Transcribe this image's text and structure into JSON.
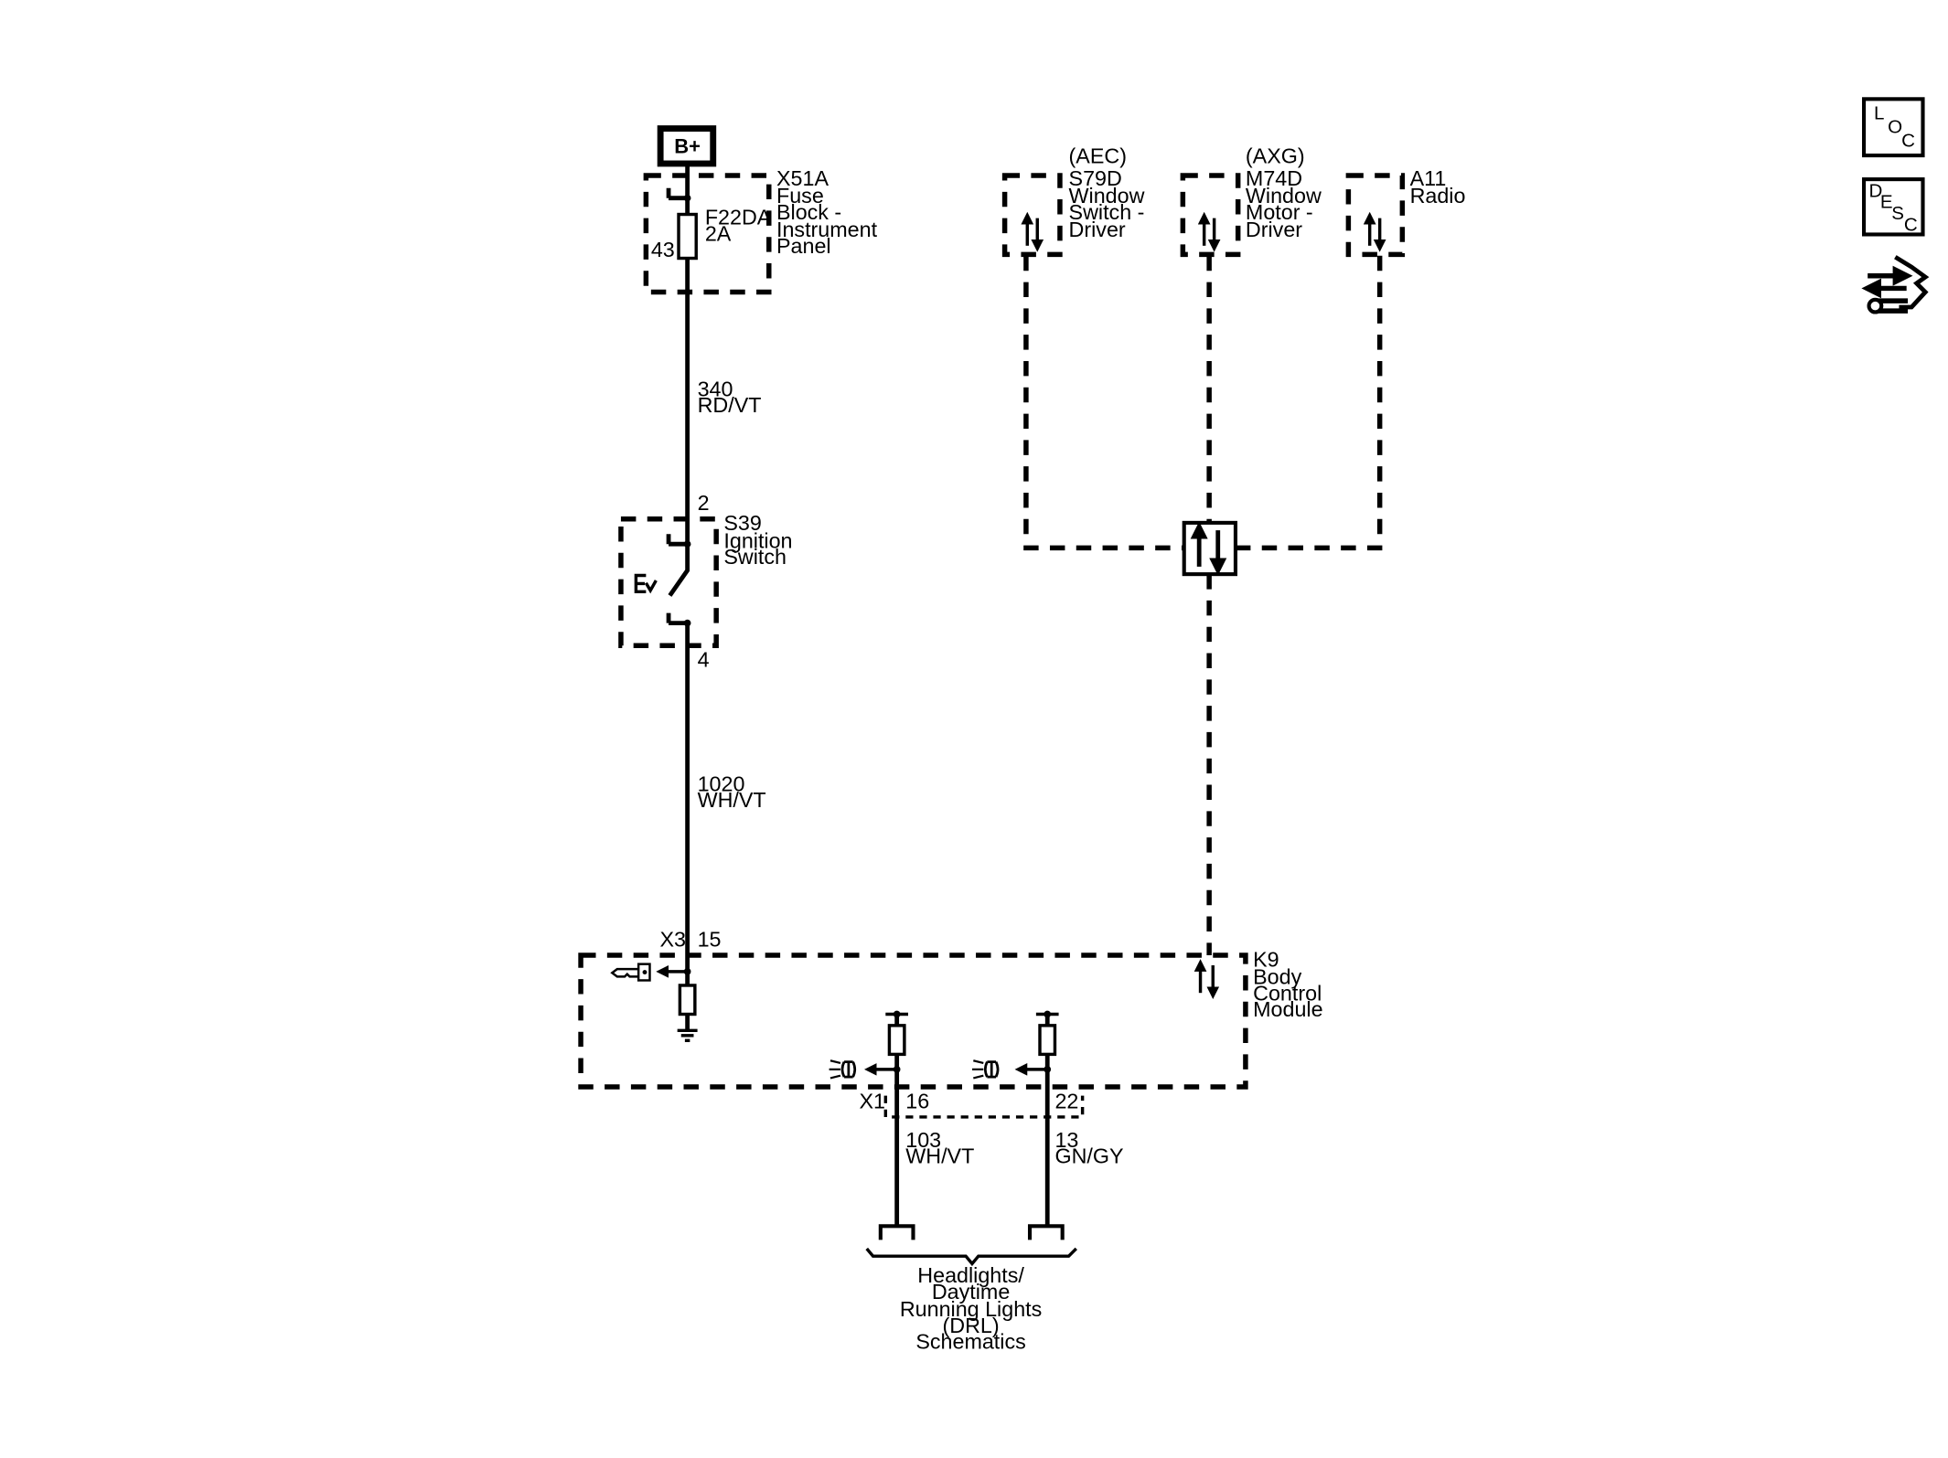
{
  "power": {
    "label": "B+"
  },
  "fuse_block": {
    "ref": "X51A",
    "name_lines": [
      "Fuse",
      "Block -",
      "Instrument",
      "Panel"
    ],
    "fuse_ref": "F22DA",
    "fuse_rating": "2A",
    "pin": "43"
  },
  "wire_340": {
    "circuit": "340",
    "color": "RD/VT"
  },
  "ignition_switch": {
    "pin_top": "2",
    "ref": "S39",
    "name_lines": [
      "Ignition",
      "Switch"
    ],
    "pin_bottom": "4"
  },
  "wire_1020": {
    "circuit": "1020",
    "color": "WH/VT"
  },
  "bcm": {
    "connector": "X3",
    "pin": "15",
    "ref": "K9",
    "name_lines": [
      "Body",
      "Control",
      "Module"
    ],
    "lower_connector": "X1",
    "pin_left": "16",
    "pin_right": "22"
  },
  "data_modules": [
    {
      "option": "(AEC)",
      "ref": "S79D",
      "name_lines": [
        "Window",
        "Switch -",
        "Driver"
      ]
    },
    {
      "option": "(AXG)",
      "ref": "M74D",
      "name_lines": [
        "Window",
        "Motor -",
        "Driver"
      ]
    },
    {
      "option": "",
      "ref": "A11",
      "name_lines": [
        "Radio"
      ]
    }
  ],
  "output_wires": [
    {
      "circuit": "103",
      "color": "WH/VT"
    },
    {
      "circuit": "13",
      "color": "GN/GY"
    }
  ],
  "destination": {
    "lines": [
      "Headlights/",
      "Daytime",
      "Running Lights",
      "(DRL)",
      "Schematics"
    ]
  },
  "nav": {
    "loc": [
      "L",
      "O",
      "C"
    ],
    "desc": [
      "D",
      "E",
      "S",
      "C"
    ]
  },
  "icons": {
    "power": "battery-positive-icon",
    "key": "ignition-key-icon",
    "headlamp": "headlamp-icon",
    "serial_data": "serial-data-arrows-icon",
    "ground": "ground-icon",
    "connector_view": "connector-view-icon"
  }
}
